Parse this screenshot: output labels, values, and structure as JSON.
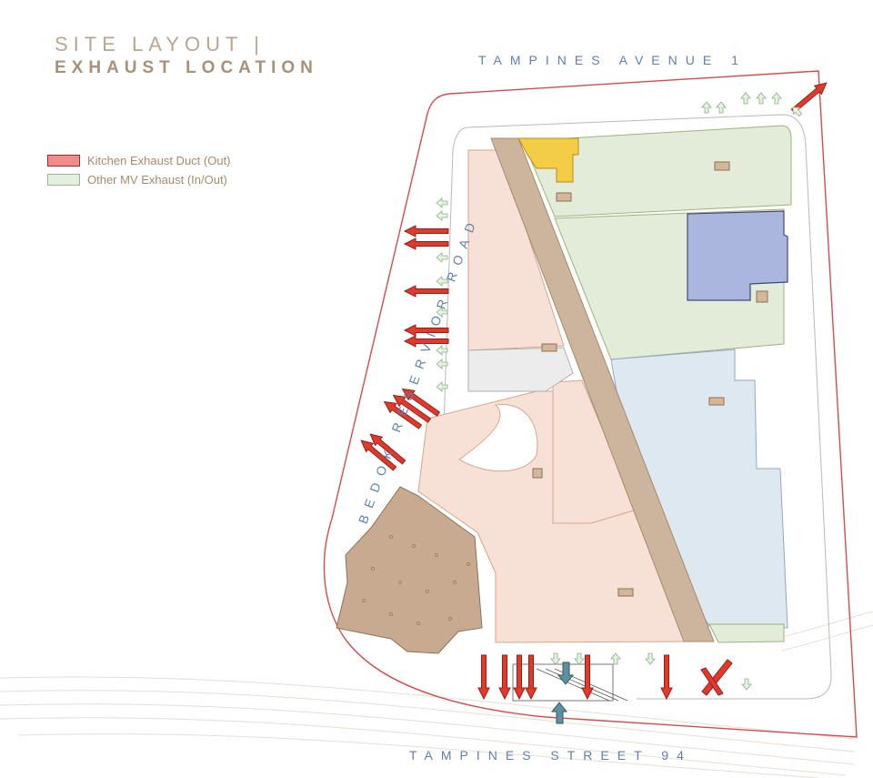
{
  "title": {
    "line1": "SITE LAYOUT |",
    "line2": "EXHAUST LOCATION"
  },
  "legend": {
    "kitchen": "Kitchen Exhaust Duct (Out)",
    "other": "Other MV Exhaust (In/Out)"
  },
  "roads": {
    "top": "TAMPINES AVENUE 1",
    "left": "BEDOK RESERVIOR ROAD",
    "bottom": "TAMPINES STREET 94"
  },
  "colors": {
    "boundary": "#d94b4b",
    "kitchen_arrow_fill": "#e03a2f",
    "kitchen_arrow_stroke": "#9c1c14",
    "mv_arrow_fill": "#e6f2e4",
    "mv_arrow_stroke": "#86b180",
    "inlet_arrow_fill": "#5f8fa8",
    "retail": "#f7e1d7",
    "green_zone": "#e3ecd8",
    "blue_zone": "#dde8f1",
    "dark_blue": "#aab6de",
    "brown_zone": "#c7aa90",
    "diagonal": "#ccb59c",
    "yellow": "#f2cd45"
  }
}
